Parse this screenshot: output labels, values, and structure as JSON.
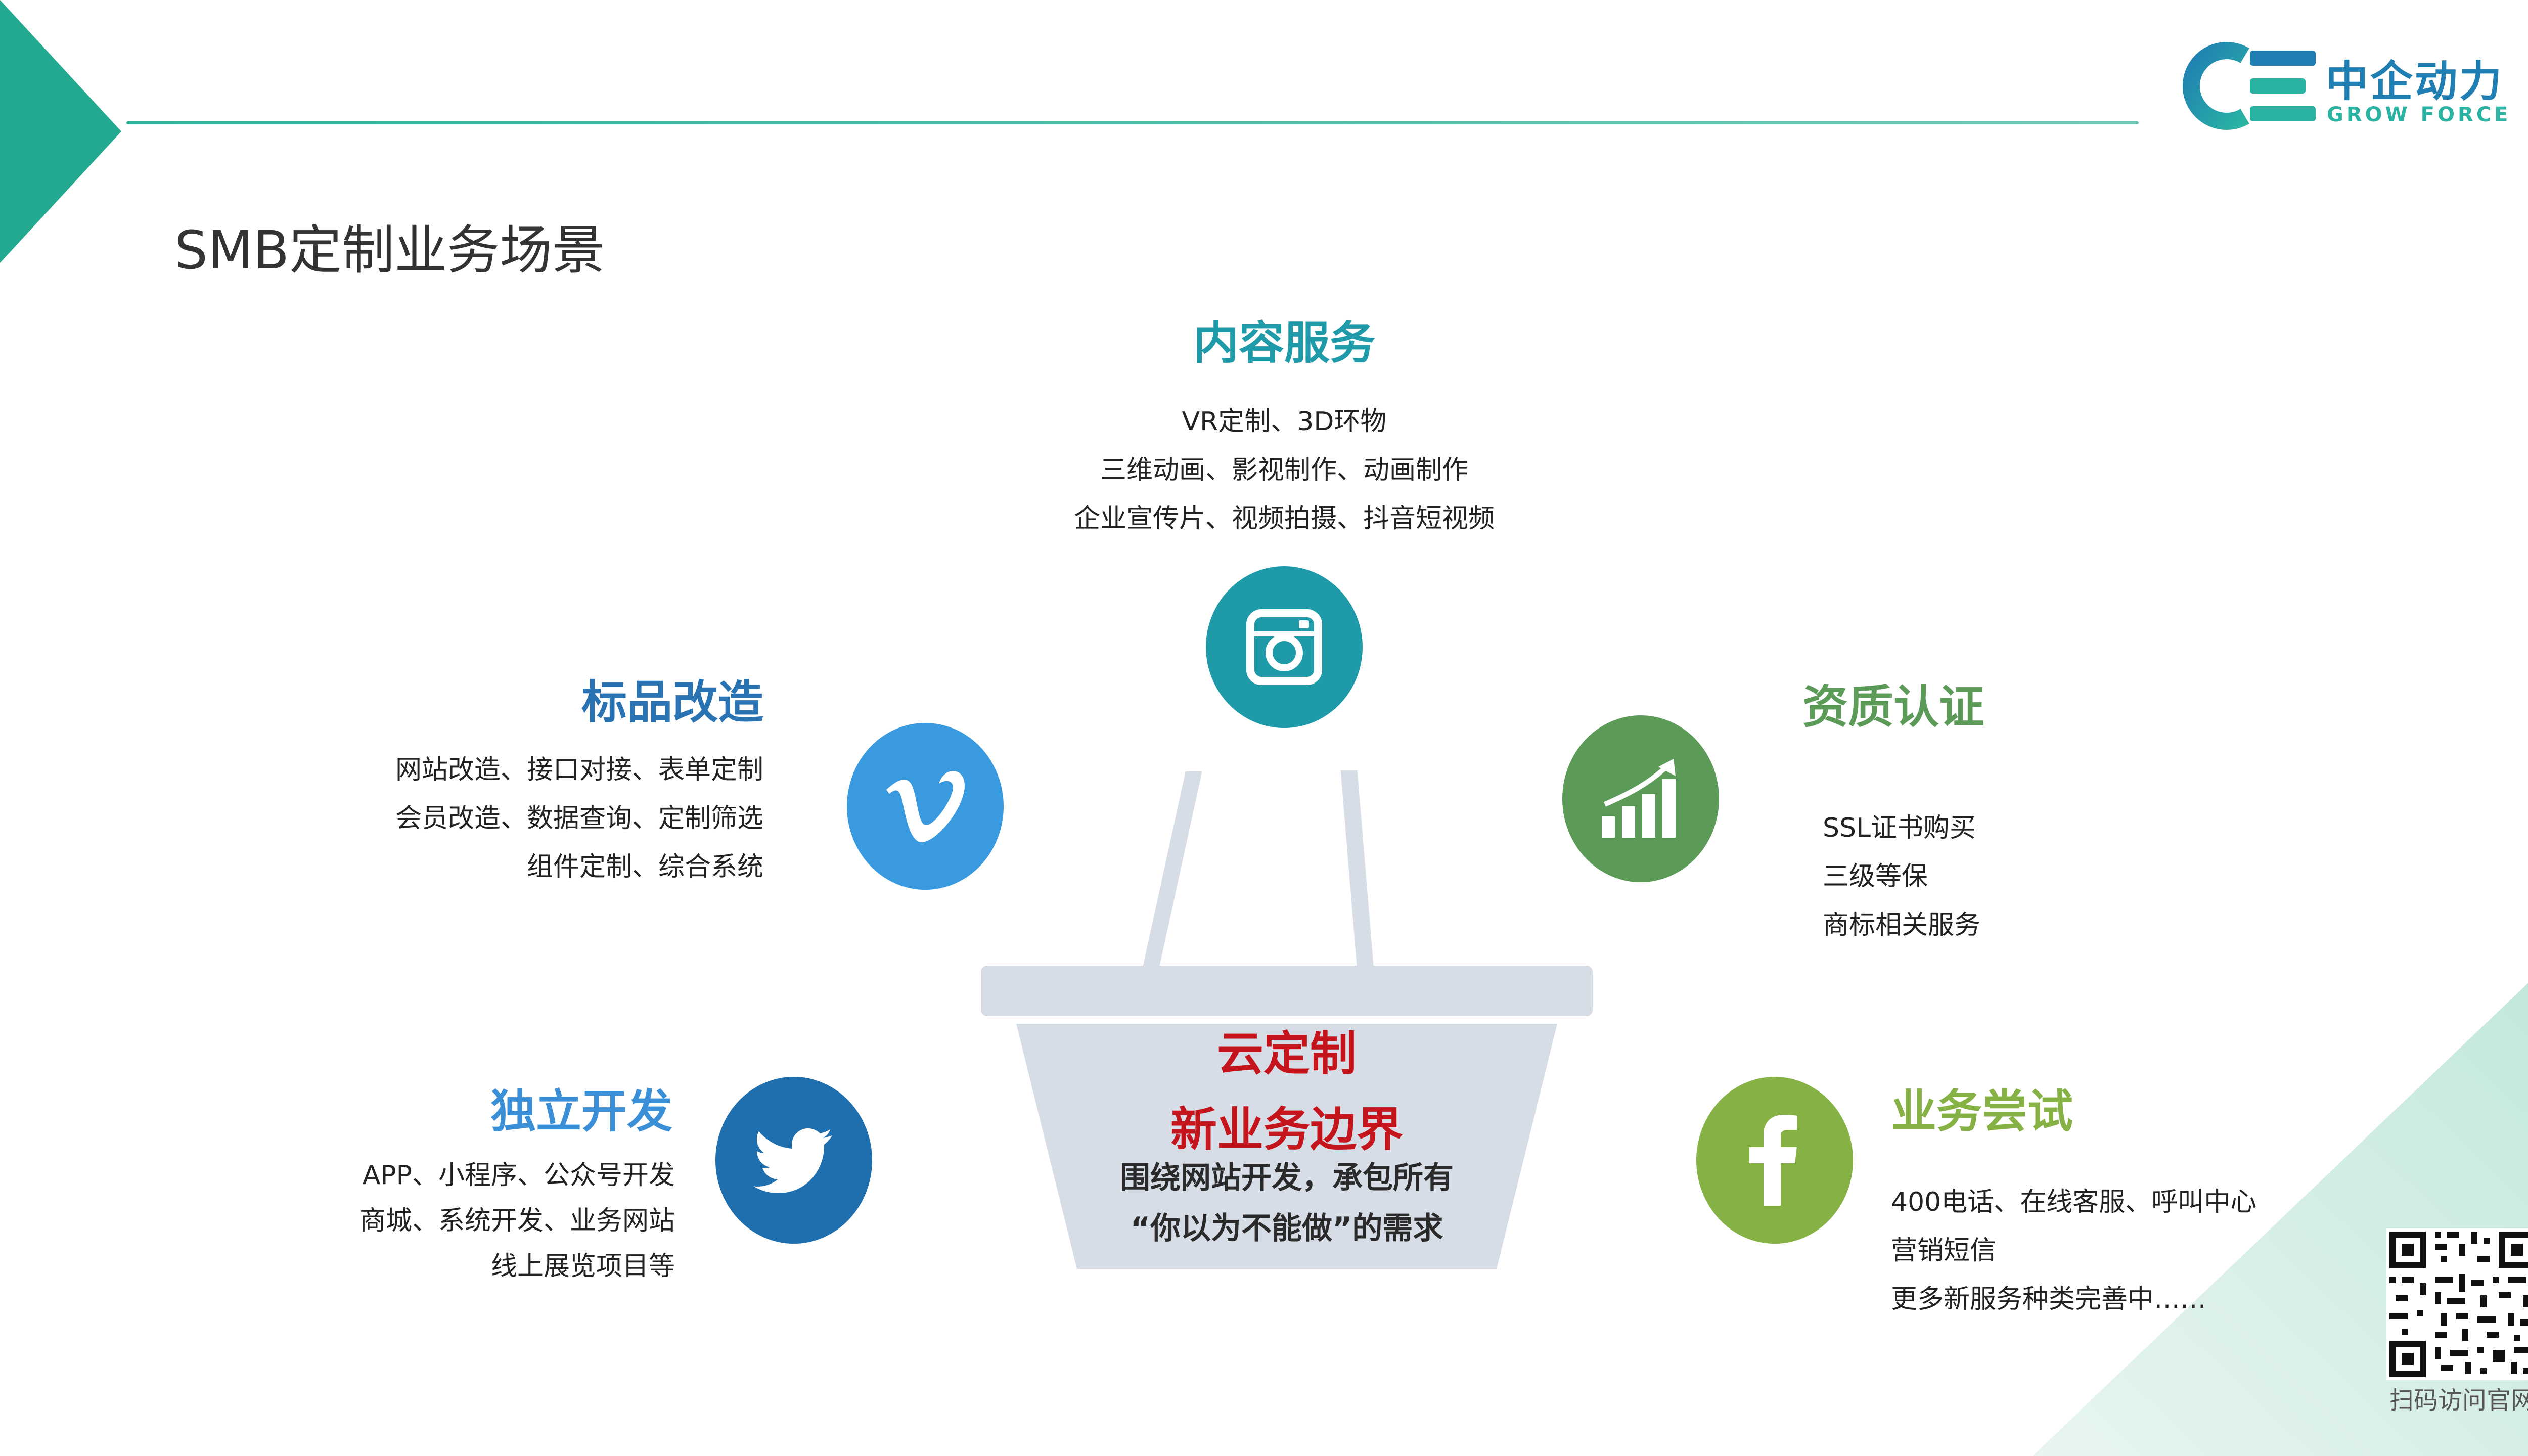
{
  "brand": {
    "name_cn": "中企动力",
    "name_en": "GROW FORCE",
    "color_primary": "#1f7fb3",
    "color_accent": "#2ab3a3"
  },
  "page_title": "SMB定制业务场景",
  "sections": {
    "content": {
      "title": "内容服务",
      "color": "#1e9aa8",
      "icon": "instagram-icon",
      "lines": [
        "VR定制、3D环物",
        "三维动画、影视制作、动画制作",
        "企业宣传片、视频拍摄、抖音短视频"
      ]
    },
    "standard": {
      "title": "标品改造",
      "color": "#2a73b3",
      "icon": "vimeo-icon",
      "lines": [
        "网站改造、接口对接、表单定制",
        "会员改造、数据查询、定制筛选",
        "组件定制、综合系统"
      ]
    },
    "qualification": {
      "title": "资质认证",
      "color": "#5b9a57",
      "icon": "growth-chart-icon",
      "lines": [
        "SSL证书购买",
        "三级等保",
        "商标相关服务"
      ]
    },
    "independent": {
      "title": "独立开发",
      "color": "#3a8fd6",
      "icon": "twitter-icon",
      "lines": [
        "APP、小程序、公众号开发",
        "商城、系统开发、业务网站",
        "线上展览项目等"
      ]
    },
    "trial": {
      "title": "业务尝试",
      "color": "#86b144",
      "icon": "facebook-icon",
      "lines": [
        "400电话、在线客服、呼叫中心",
        "营销短信",
        "更多新服务种类完善中……"
      ]
    }
  },
  "basket": {
    "title1": "云定制",
    "title2": "新业务边界",
    "desc1": "围绕网站开发，承包所有",
    "desc2": "“你以为不能做”的需求",
    "title_color": "#c4151c"
  },
  "qr": {
    "caption": "扫码访问官网",
    "icon": "qr-code-icon"
  }
}
